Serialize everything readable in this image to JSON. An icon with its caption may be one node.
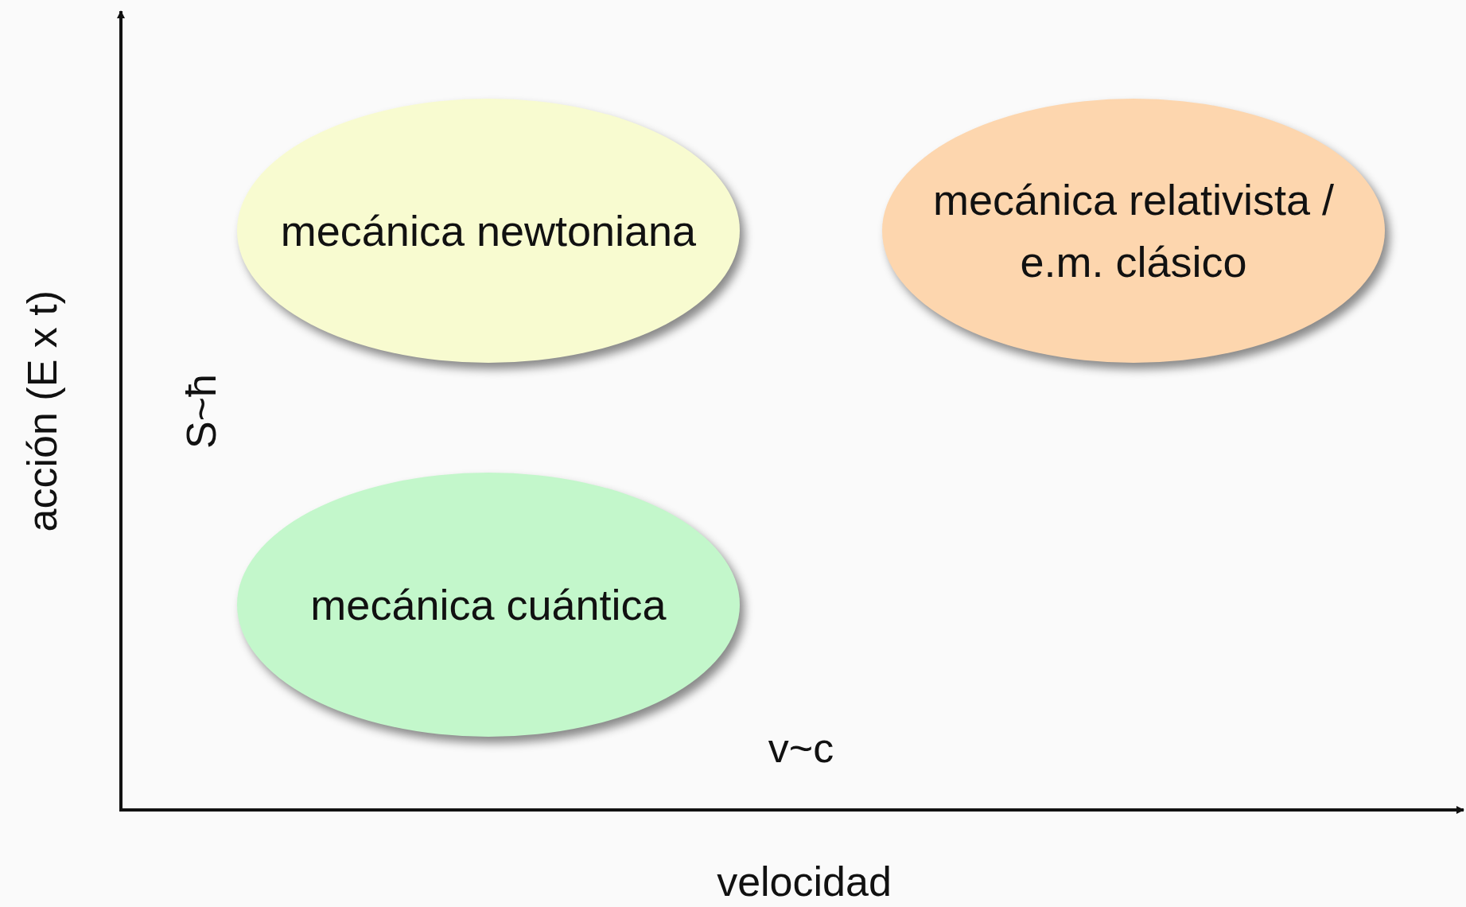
{
  "diagram": {
    "nodes": [
      {
        "text": [
          "mecánica newtoniana"
        ]
      },
      {
        "text": [
          "mecánica relativista / e.m. clásico"
        ]
      },
      {
        "text": [
          "mecánica cuántica"
        ]
      }
    ],
    "labels": [
      "acción (E x t)",
      "S~ħ",
      "v~c",
      "velocidad"
    ]
  }
}
